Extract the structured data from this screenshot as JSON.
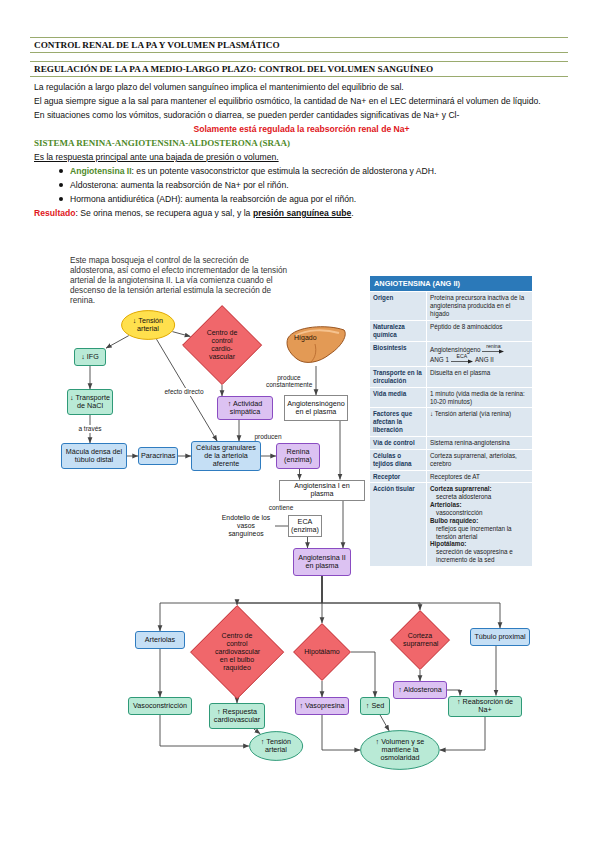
{
  "diagram": {
    "title": "CONTROL RENAL DE LA PA Y VOLUMEN PLASMÁTICO",
    "caption": "Este mapa bosqueja el control de la secreción de aldosterona, así como el efecto incrementador de la tensión arterial de la angiotensina II. La vía comienza cuando el descenso de la tensión arterial estimula la secreción de renina.",
    "nodes": [
      {
        "text": [
          "↓ Tensión arterial"
        ]
      },
      {
        "text": [
          "Centro de control cardio-vascular"
        ]
      },
      {
        "text": [
          "↓ IFG"
        ]
      },
      {
        "text": [
          "↑ Actividad simpática"
        ]
      },
      {
        "text": [
          "↓ Transporte de NaCl"
        ]
      },
      {
        "text": [
          "Mácula densa del túbulo distal"
        ]
      },
      {
        "text": [
          "Paracrinas"
        ]
      },
      {
        "text": [
          "Células granulares de la arteriola aferente"
        ]
      },
      {
        "text": [
          "Renina (enzima)"
        ]
      },
      {
        "text": [
          "Hígado"
        ]
      },
      {
        "text": [
          "Angiotensinógeno en el plasma"
        ]
      },
      {
        "text": [
          "Angiotensina I en plasma"
        ]
      },
      {
        "text": [
          "Endotelio de los vasos sanguíneos"
        ]
      },
      {
        "text": [
          "ECA (enzima)"
        ]
      },
      {
        "text": [
          "Angiotensina II en plasma"
        ]
      },
      {
        "text": [
          "Arteriolas"
        ]
      },
      {
        "text": [
          "Centro de control cardiovascular en el bulbo raquídeo"
        ]
      },
      {
        "text": [
          "Hipotálamo"
        ]
      },
      {
        "text": [
          "Corteza suprarrenal"
        ]
      },
      {
        "text": [
          "Túbulo proximal"
        ]
      },
      {
        "text": [
          "↑ Aldosterona"
        ]
      },
      {
        "text": [
          "Vasoconstricción"
        ]
      },
      {
        "text": [
          "↑ Respuesta cardiovascular"
        ]
      },
      {
        "text": [
          "↑ Vasopresina"
        ]
      },
      {
        "text": [
          "↑ Sed"
        ]
      },
      {
        "text": [
          "↑ Reabsorción de Na+"
        ]
      },
      {
        "text": [
          "↑ Tensión arterial"
        ]
      },
      {
        "text": [
          "↑ Volumen y se mantiene la osmolaridad"
        ]
      }
    ],
    "edges": [
      {
        "from": 0,
        "to": 1,
        "arrow": "to"
      },
      {
        "from": 0,
        "to": 2,
        "arrow": "to"
      },
      {
        "from": 1,
        "to": 3,
        "arrow": "to"
      },
      {
        "from": 2,
        "to": 4,
        "arrow": "to"
      },
      {
        "from": 4,
        "to": 5,
        "label": "a través",
        "arrow": "to"
      },
      {
        "from": 5,
        "to": 6,
        "arrow": "to"
      },
      {
        "from": 6,
        "to": 7,
        "arrow": "to"
      },
      {
        "from": 0,
        "to": 7,
        "label": "efecto directo",
        "arrow": "to"
      },
      {
        "from": 3,
        "to": 7,
        "arrow": "to"
      },
      {
        "from": 7,
        "to": 8,
        "label": "producen",
        "arrow": "to"
      },
      {
        "from": 9,
        "to": 10,
        "label": "produce constantemente",
        "arrow": "to"
      },
      {
        "from": 10,
        "to": 11,
        "arrow": "to"
      },
      {
        "from": 8,
        "to": 11,
        "arrow": "to"
      },
      {
        "from": 12,
        "to": 13,
        "label": "contiene",
        "arrow": "none"
      },
      {
        "from": 11,
        "to": 14,
        "arrow": "to"
      },
      {
        "from": 13,
        "to": 14,
        "arrow": "to"
      },
      {
        "from": 14,
        "to": 15,
        "arrow": "to"
      },
      {
        "from": 14,
        "to": 16,
        "arrow": "to"
      },
      {
        "from": 14,
        "to": 17,
        "arrow": "to"
      },
      {
        "from": 14,
        "to": 18,
        "arrow": "to"
      },
      {
        "from": 14,
        "to": 19,
        "arrow": "to"
      },
      {
        "from": 15,
        "to": 21,
        "arrow": "to"
      },
      {
        "from": 16,
        "to": 22,
        "arrow": "to"
      },
      {
        "from": 17,
        "to": 23,
        "arrow": "to"
      },
      {
        "from": 17,
        "to": 24,
        "arrow": "to"
      },
      {
        "from": 18,
        "to": 20,
        "arrow": "to"
      },
      {
        "from": 20,
        "to": 25,
        "arrow": "to"
      },
      {
        "from": 19,
        "to": 25,
        "arrow": "to"
      },
      {
        "from": 21,
        "to": 26,
        "arrow": "to"
      },
      {
        "from": 22,
        "to": 26,
        "arrow": "to"
      },
      {
        "from": 23,
        "to": 27,
        "arrow": "to"
      },
      {
        "from": 24,
        "to": 27,
        "arrow": "to"
      },
      {
        "from": 25,
        "to": 27,
        "arrow": "to"
      }
    ],
    "labels": [
      "REGULACIÓN DE LA PA A MEDIO-LARGO PLAZO: CONTROL DEL VOLUMEN SANGUÍNEO",
      "La regulación a largo plazo del volumen sanguíneo implica el mantenimiento del equilibrio de sal.",
      "El agua siempre sigue a la sal para mantener el equilibrio osmótico, la cantidad de Na+ en el LEC determinará el volumen de líquido.",
      "En situaciones como los vómitos, sudoración o diarrea, se pueden perder cantidades significativas de Na+ y Cl-",
      "Solamente está regulada la reabsorción renal de Na+",
      "SISTEMA RENINA-ANGIOTENSINA-ALDOSTERONA (SRAA)",
      "Es la respuesta principal ante una bajada de presión o volumen.",
      "Angiotensina II",
      ": es un potente vasoconstrictor que estimula la secreción de aldosterona y ADH.",
      "Aldosterona: aumenta la reabsorción de Na+ por el riñón.",
      "Hormona antidiurética (ADH): aumenta la reabsorción de agua por el riñón.",
      "Resultado",
      ": Se orina menos, se recupera agua y sal, y la",
      "presión sanguínea sube",
      ".",
      "ANGIOTENSINA (ANG II)",
      "Origen",
      "Proteína precursora inactiva de la angiotensina producida en el hígado",
      "Naturaleza química",
      "Péptido de 8 aminoácidos",
      "Biosíntesis",
      "Angiotensinógeno",
      "renina",
      "ANG 1",
      "ECA",
      "ANG II",
      "Transporte en la circulación",
      "Disuelta en el plasma",
      "Vida media",
      "1 minuto (vida media de la renina: 10-20 minutos)",
      "Factores que afectan la liberación",
      "↓ Tensión arterial (vía renina)",
      "Vía de control",
      "Sistema renina-angiotensina",
      "Células o tejidos diana",
      "Corteza suprarrenal, arteriolas, cerebro",
      "Receptor",
      "Receptores de AT",
      "Acción tisular",
      "Corteza suprarrenal:",
      "secreta aldosterona",
      "Arteriolas:",
      "vasoconstricción",
      "Bulbo raquídeo:",
      "reflejos que incrementan la tensión arterial",
      "Hipotálamo:",
      "secreción de vasopresina e incremento de la sed"
    ]
  }
}
